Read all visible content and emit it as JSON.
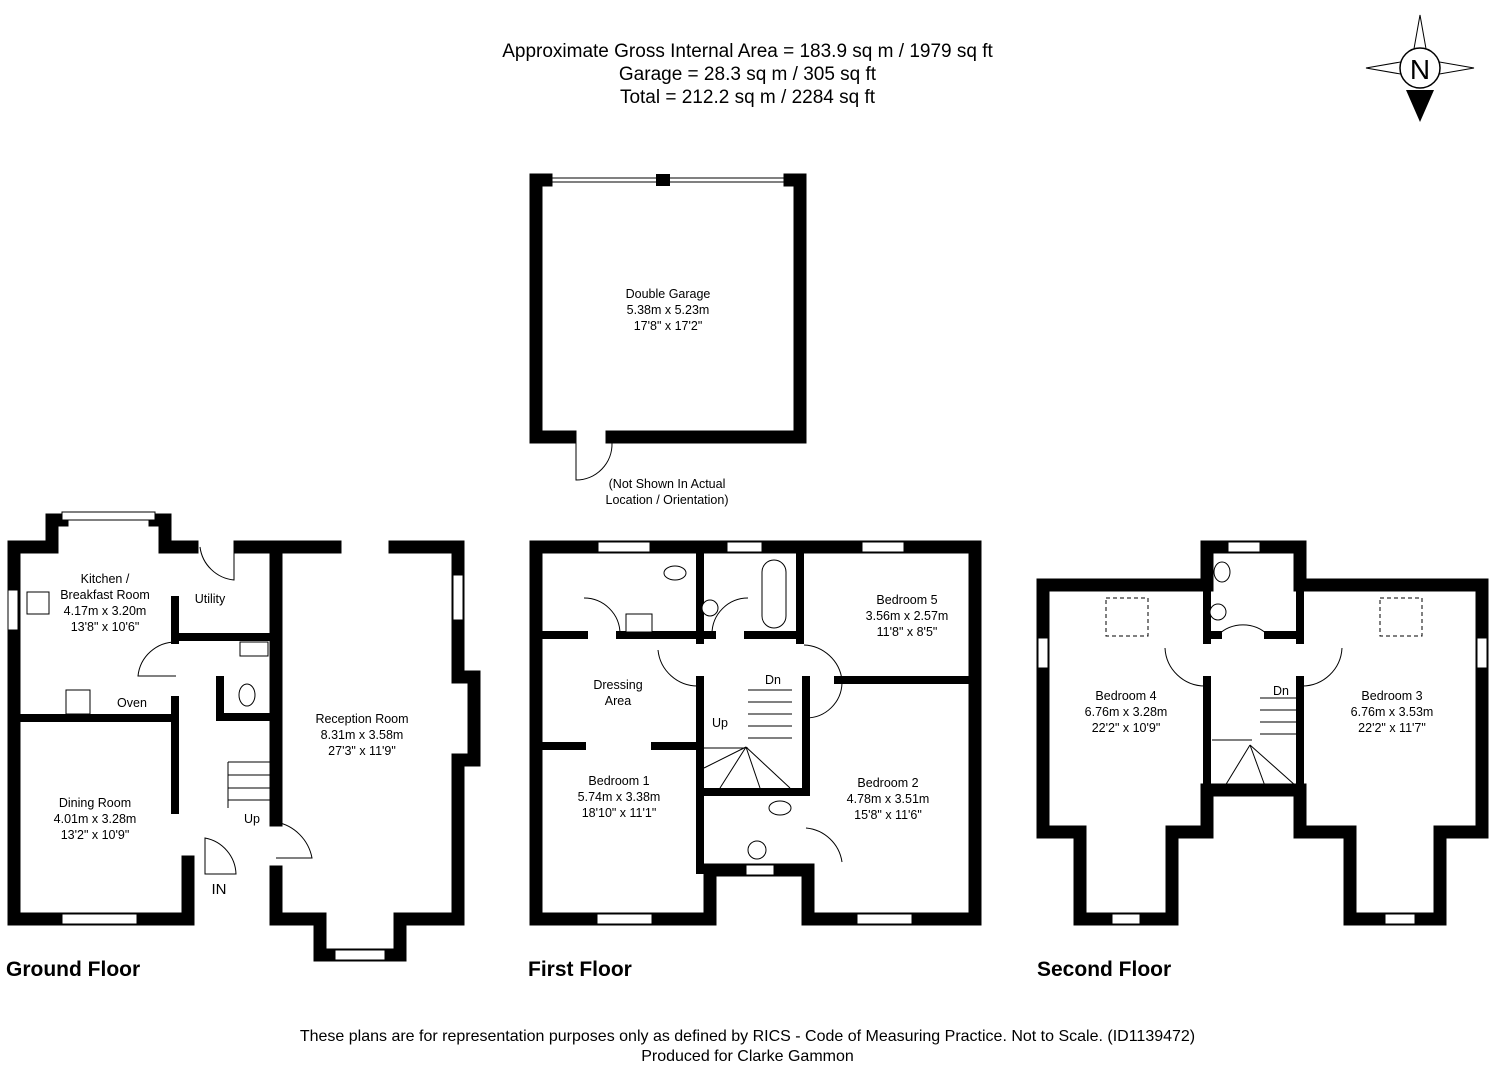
{
  "header": {
    "line1": "Approximate Gross Internal Area = 183.9 sq m / 1979 sq ft",
    "line2": "Garage = 28.3 sq m / 305 sq ft",
    "line3": "Total = 212.2 sq m / 2284 sq ft"
  },
  "compass": {
    "label": "N"
  },
  "garage": {
    "name": "Double Garage",
    "metric": "5.38m x 5.23m",
    "imperial": "17'8\" x 17'2\"",
    "note1": "(Not Shown In Actual",
    "note2": "Location / Orientation)"
  },
  "ground_floor": {
    "title": "Ground Floor",
    "kitchen": {
      "name1": "Kitchen /",
      "name2": "Breakfast Room",
      "metric": "4.17m x 3.20m",
      "imperial": "13'8\" x 10'6\""
    },
    "utility": "Utility",
    "oven": "Oven",
    "dining": {
      "name": "Dining Room",
      "metric": "4.01m x 3.28m",
      "imperial": "13'2\" x 10'9\""
    },
    "reception": {
      "name": "Reception Room",
      "metric": "8.31m x 3.58m",
      "imperial": "27'3\" x 11'9\""
    },
    "up": "Up",
    "entry": "IN"
  },
  "first_floor": {
    "title": "First Floor",
    "dressing": {
      "name1": "Dressing",
      "name2": "Area"
    },
    "bedroom1": {
      "name": "Bedroom 1",
      "metric": "5.74m x 3.38m",
      "imperial": "18'10\" x 11'1\""
    },
    "bedroom2": {
      "name": "Bedroom 2",
      "metric": "4.78m x 3.51m",
      "imperial": "15'8\" x 11'6\""
    },
    "bedroom5": {
      "name": "Bedroom 5",
      "metric": "3.56m x 2.57m",
      "imperial": "11'8\" x 8'5\""
    },
    "up": "Up",
    "down": "Dn"
  },
  "second_floor": {
    "title": "Second Floor",
    "bedroom4": {
      "name": "Bedroom 4",
      "metric": "6.76m x 3.28m",
      "imperial": "22'2\" x 10'9\""
    },
    "bedroom3": {
      "name": "Bedroom 3",
      "metric": "6.76m x 3.53m",
      "imperial": "22'2\" x 11'7\""
    },
    "down": "Dn"
  },
  "footer": {
    "line1": "These plans are for representation purposes only as defined by RICS - Code of Measuring Practice. Not to Scale. (ID1139472)",
    "line2": "Produced for Clarke Gammon"
  }
}
